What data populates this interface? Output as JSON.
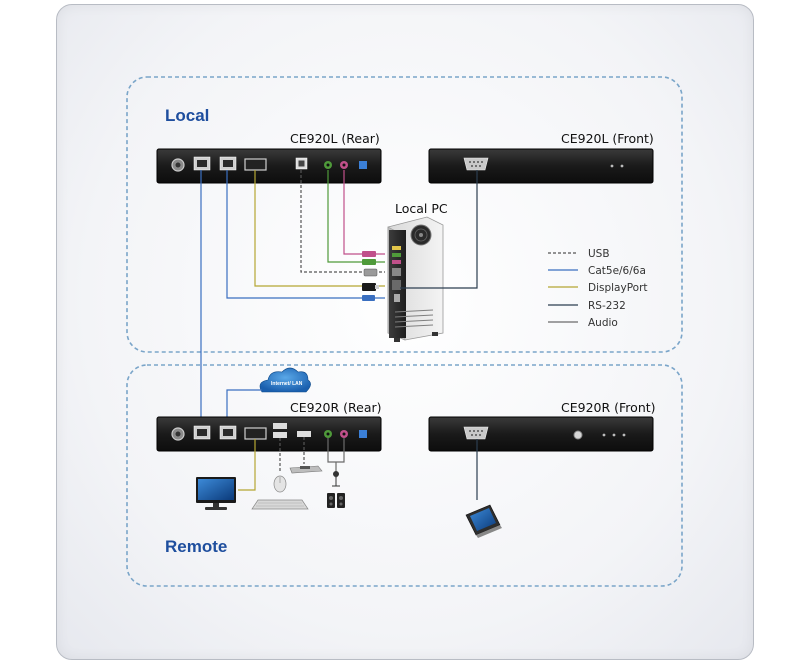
{
  "sections": {
    "local": {
      "title": "Local"
    },
    "remote": {
      "title": "Remote"
    }
  },
  "devices": {
    "local_rear": "CE920L (Rear)",
    "local_front": "CE920L (Front)",
    "remote_rear": "CE920R (Rear)",
    "remote_front": "CE920R (Front)",
    "local_pc": "Local PC",
    "cloud": "Internet/ LAN"
  },
  "legend": [
    {
      "label": "USB",
      "color": "#555555",
      "style": "dashed"
    },
    {
      "label": "Cat5e/6/6a",
      "color": "#3a6fc0",
      "style": "solid"
    },
    {
      "label": "DisplayPort",
      "color": "#b5a633",
      "style": "solid"
    },
    {
      "label": "RS-232",
      "color": "#2c3e50",
      "style": "solid"
    },
    {
      "label": "Audio",
      "color": "#6b6b6b",
      "style": "solid"
    }
  ],
  "colors": {
    "usb": "#555555",
    "cat": "#3a6fc0",
    "displayport": "#b5a633",
    "rs232": "#2c3e50",
    "audio_green": "#4f9a3a",
    "audio_pink": "#c0508a",
    "section_title": "#1e4e9e",
    "dashed_border": "#7aa5c9"
  }
}
